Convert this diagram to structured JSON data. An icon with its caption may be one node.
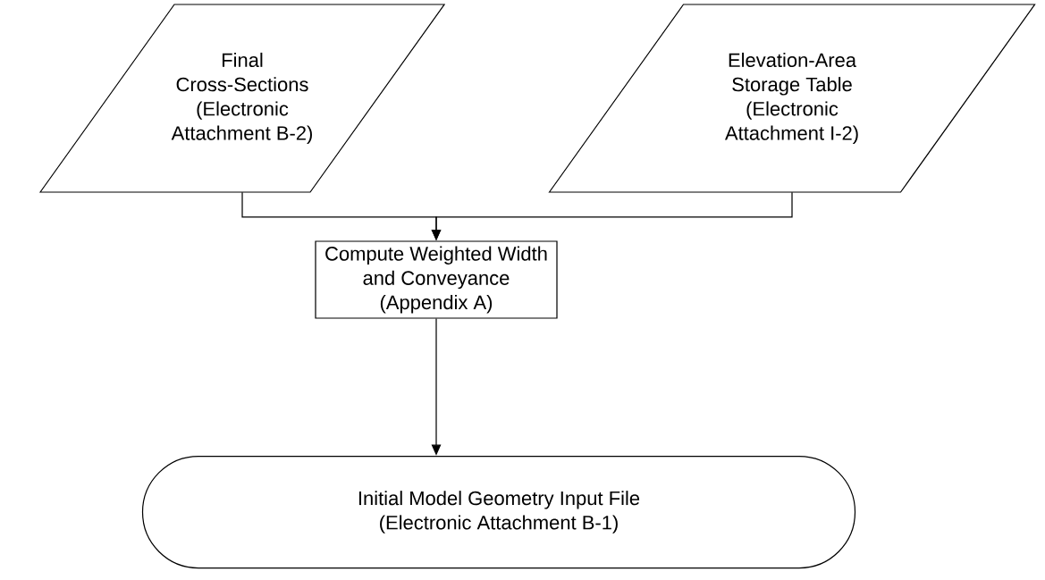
{
  "diagram": {
    "nodes": [
      {
        "text": [
          "Final Cross-Sections",
          "(Electronic Attachment B-2)"
        ]
      },
      {
        "text": [
          "Elevation-Area Storage Table",
          "(Electronic Attachment I-2)"
        ]
      },
      {
        "text": [
          "Compute Weighted Width and Conveyance",
          "(Appendix A)"
        ]
      },
      {
        "text": [
          "Initial Model Geometry Input File",
          "(Electronic Attachment B-1)"
        ]
      }
    ],
    "edges": [
      {
        "from": 0,
        "to": 2,
        "arrow": "to"
      },
      {
        "from": 1,
        "to": 2,
        "arrow": "to"
      },
      {
        "from": 2,
        "to": 3,
        "arrow": "to"
      }
    ]
  }
}
